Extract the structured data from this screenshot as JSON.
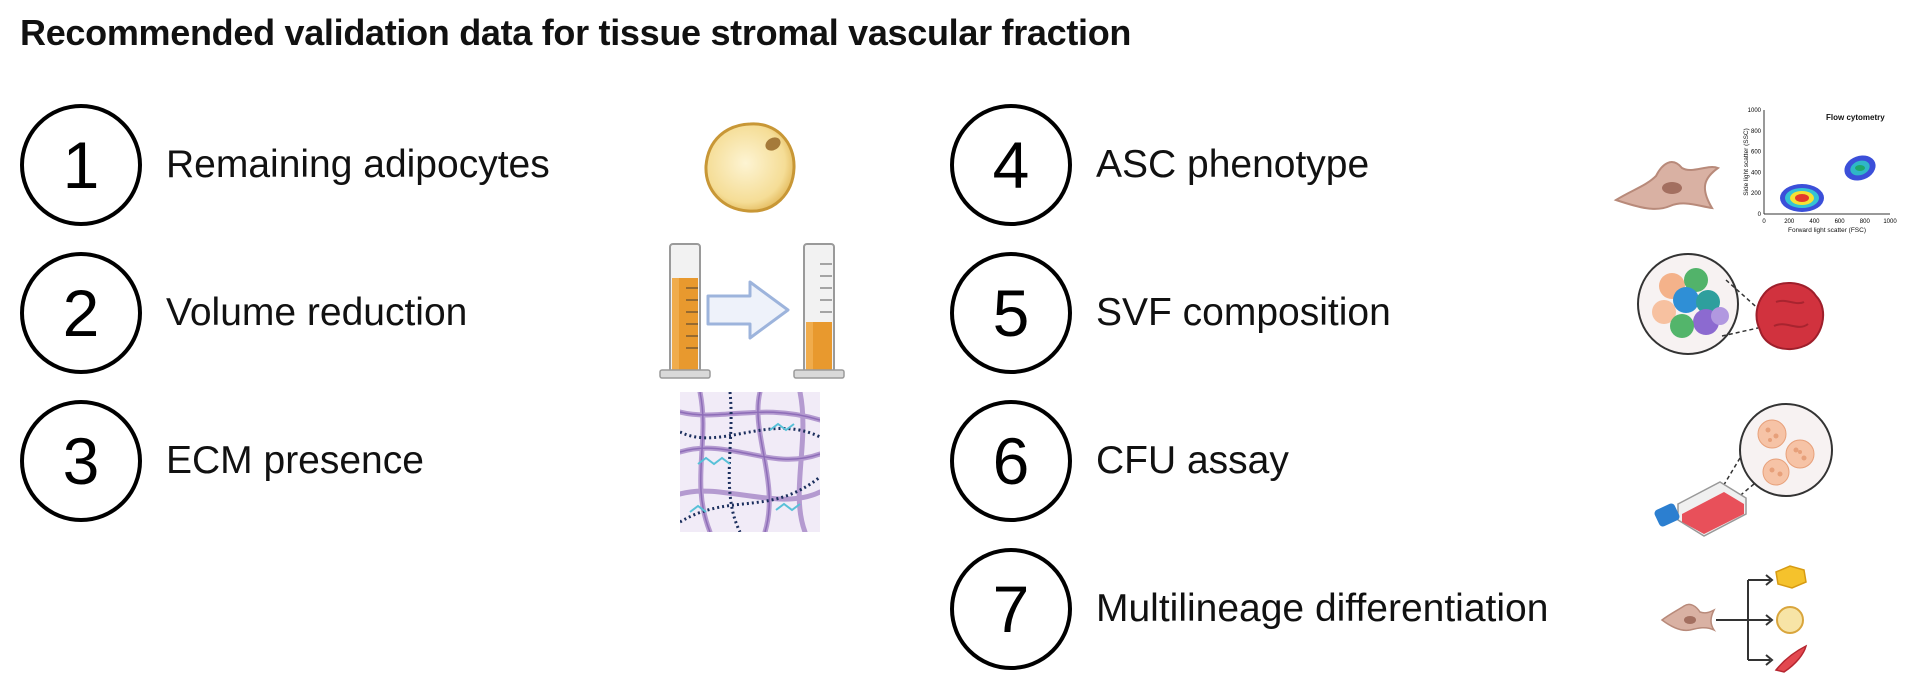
{
  "title": "Recommended validation data for tissue stromal vascular fraction",
  "items": [
    {
      "number": "1",
      "label": "Remaining adipocytes",
      "icon": "adipocyte-icon"
    },
    {
      "number": "2",
      "label": "Volume reduction",
      "icon": "graduated-cylinder-icon"
    },
    {
      "number": "3",
      "label": "ECM presence",
      "icon": "ecm-fiber-icon"
    },
    {
      "number": "4",
      "label": "ASC phenotype",
      "icon": "stem-cell-icon"
    },
    {
      "number": "5",
      "label": "SVF composition",
      "icon": "cell-cluster-icon"
    },
    {
      "number": "6",
      "label": "CFU assay",
      "icon": "culture-flask-icon"
    },
    {
      "number": "7",
      "label": "Multilineage differentiation",
      "icon": "differentiation-icon"
    }
  ],
  "flow_plot": {
    "title": "Flow cytometry",
    "xlabel": "Forward light scatter (FSC)",
    "ylabel": "Side light scatter (SSC)",
    "xticks": [
      "0",
      "200",
      "400",
      "600",
      "800",
      "1000"
    ],
    "yticks": [
      "0",
      "200",
      "400",
      "600",
      "800",
      "1000"
    ]
  },
  "colors": {
    "adipocyte_fill": "#f7e4a6",
    "adipocyte_edge": "#d9a53c",
    "liquid": "#e8992e",
    "arrow": "#9db4dc",
    "cell_pink": "#d9b1a3",
    "tissue_red": "#d1323e",
    "fiber_purple": "#b49ad0",
    "fiber_dark": "#1c2f5e",
    "fiber_cyan": "#58c1d8"
  }
}
